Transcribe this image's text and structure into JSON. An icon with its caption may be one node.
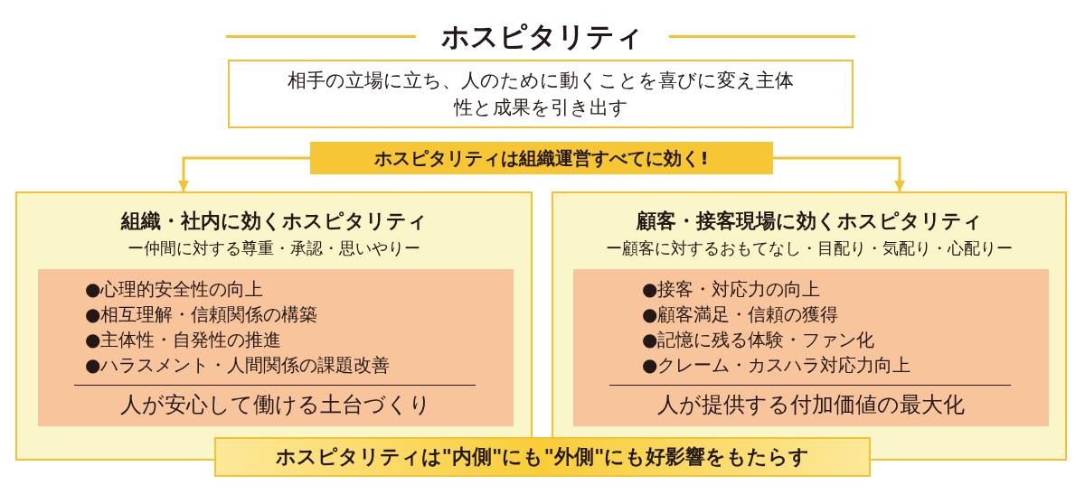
{
  "diagram": {
    "title": "ホスピタリティ",
    "nodes": [
      {
        "text": [
          "相手の立場に立ち、人のために動くことを喜びに変え主体性と成果を引き出す"
        ]
      },
      {
        "text": [
          "ホスピタリティは組織運営すべてに効く!"
        ]
      },
      {
        "text": [
          "組織・社内に効くホスピタリティ",
          "ー仲間に対する尊重・承認・思いやりー"
        ]
      },
      {
        "text": [
          "●心理的安全性の向上",
          "●相互理解・信頼関係の構築",
          "●主体性・自発性の推進",
          "●ハラスメント・人間関係の課題改善",
          "人が安心して働ける土台づくり"
        ],
        "in": 2
      },
      {
        "text": [
          "顧客・接客現場に効くホスピタリティ",
          "ー顧客に対するおもてなし・目配り・気配り・心配りー"
        ]
      },
      {
        "text": [
          "●接客・対応力の向上",
          "●顧客満足・信頼の獲得",
          "●記憶に残る体験・ファン化",
          "●クレーム・カスハラ対応力向上",
          "人が提供する付加価値の最大化"
        ],
        "in": 4
      },
      {
        "text": [
          "ホスピタリティは\"内側\"にも\"外側\"にも好影響をもたらす"
        ]
      }
    ],
    "edges": [
      {
        "from": 1,
        "to": 2,
        "arrow": "to"
      },
      {
        "from": 1,
        "to": 4,
        "arrow": "to"
      }
    ]
  }
}
